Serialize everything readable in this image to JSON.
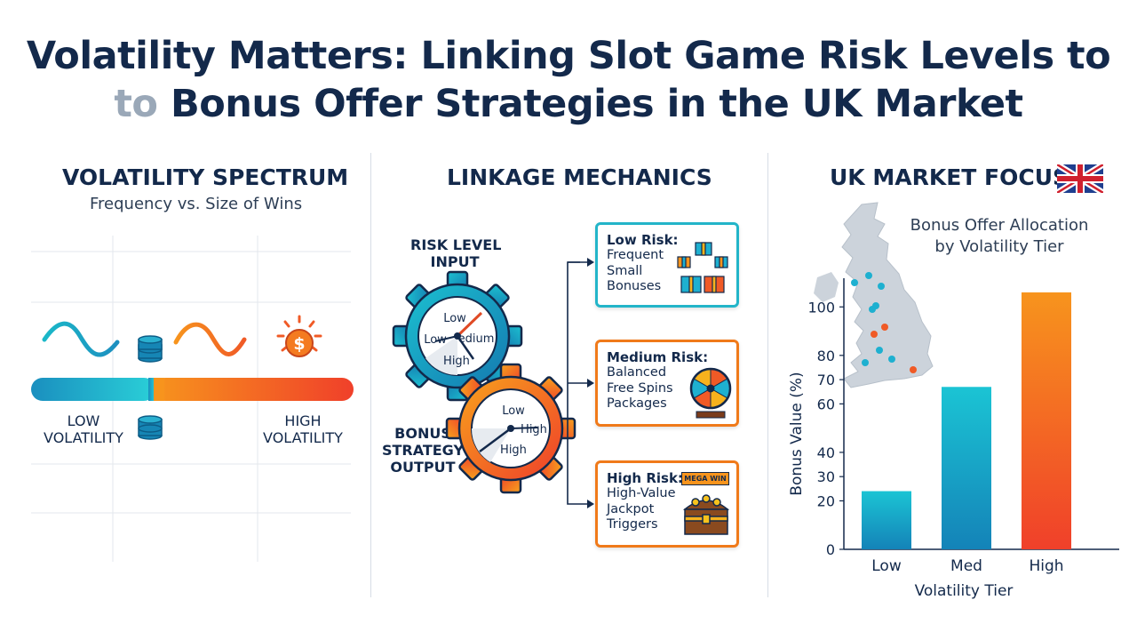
{
  "header": {
    "title_line1": "Volatility Matters: Linking Slot Game Risk Levels to",
    "title_line2_dup": "to",
    "title_line2": "Bonus Offer Strategies in the UK Market"
  },
  "spectrum": {
    "title": "VOLATILITY SPECTRUM",
    "subtitle": "Frequency vs. Size of Wins",
    "low_line1": "LOW",
    "low_line2": "VOLATILITY",
    "high_line1": "HIGH",
    "high_line2": "VOLATILITY",
    "icons": [
      "wave-icon",
      "coin-stack-icon",
      "wave-icon",
      "coin-burst-icon"
    ]
  },
  "linkage": {
    "title": "LINKAGE MECHANICS",
    "input_line1": "RISK LEVEL",
    "input_line2": "INPUT",
    "output_line1": "BONUS",
    "output_line2": "STRATEGY",
    "output_line3": "OUTPUT",
    "gear1": {
      "low_top": "Low",
      "low_left": "Low",
      "medium": "edium",
      "high": "High"
    },
    "gear2": {
      "low": "Low",
      "high_right": "High",
      "high": "High"
    },
    "cards": [
      {
        "heading": "Low Risk:",
        "lines": [
          "Frequent",
          "Small",
          "Bonuses"
        ],
        "color": "#23b5c9",
        "icon": "gift-boxes-icon"
      },
      {
        "heading": "Medium Risk:",
        "lines": [
          "Balanced",
          "Free Spins",
          "Packages"
        ],
        "color": "#f07a1a",
        "icon": "prize-wheel-icon"
      },
      {
        "heading": "High Risk:",
        "lines": [
          "High-Value",
          "Jackpot",
          "Triggers"
        ],
        "color": "#f07a1a",
        "icon": "treasure-chest-icon",
        "badge": "MEGA WIN"
      }
    ]
  },
  "uk": {
    "title": "UK MARKET FOCUS",
    "flag_icon": "uk-flag-icon",
    "map_icon": "uk-map-icon"
  },
  "colors": {
    "navy": "#13294b",
    "teal": "#1cb3c8",
    "orange": "#f5821f",
    "red": "#f0452a"
  },
  "chart_data": {
    "type": "bar",
    "title": "Bonus Offer Allocation\nby Volatility Tier",
    "title_line1": "Bonus Offer Allocation",
    "title_line2": "by Volatility Tier",
    "xlabel": "Volatility Tier",
    "ylabel": "Bonus Value (%)",
    "categories": [
      "Low",
      "Med",
      "High"
    ],
    "values": [
      24,
      67,
      106
    ],
    "ylim": [
      0,
      110
    ],
    "yticks": [
      0,
      20,
      30,
      40,
      60,
      70,
      80,
      100
    ],
    "grid": false,
    "colors": [
      [
        "#1bc4d4",
        "#1483b8"
      ],
      [
        "#1bc4d4",
        "#1483b8"
      ],
      [
        "#f7941d",
        "#f0402a"
      ]
    ]
  }
}
